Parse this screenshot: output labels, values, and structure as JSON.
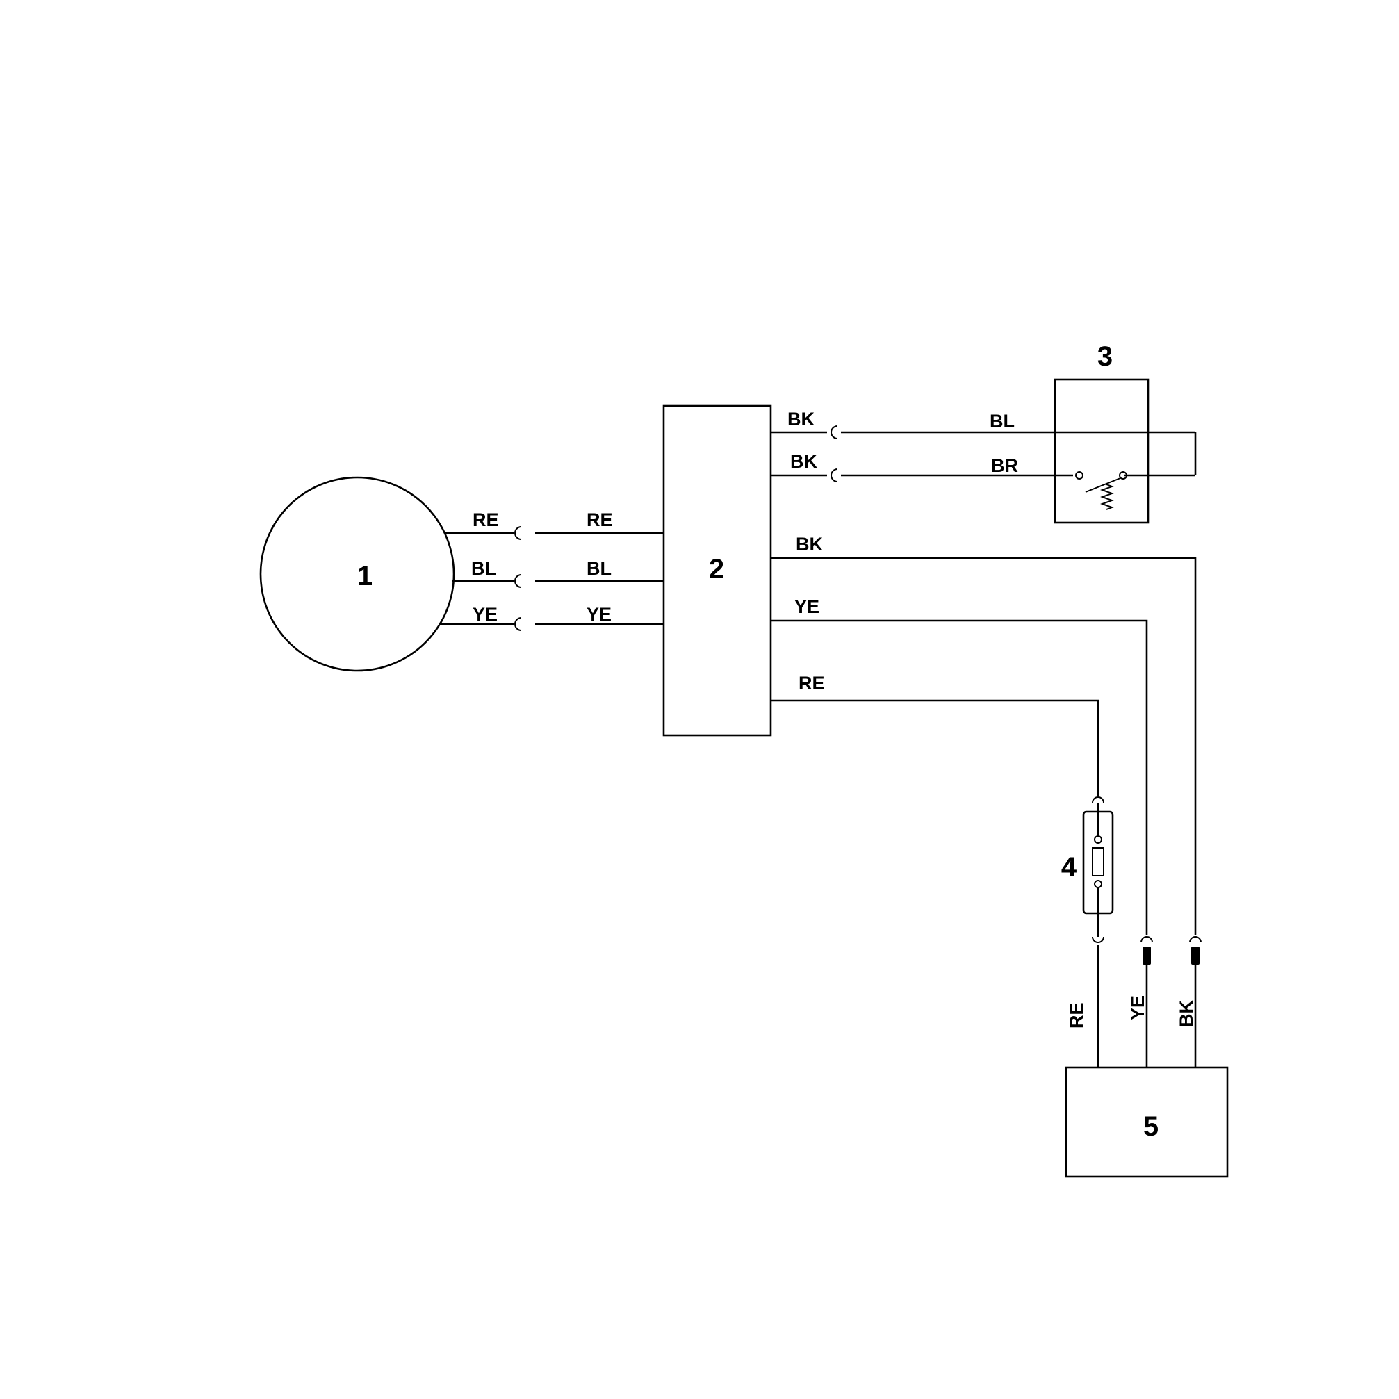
{
  "components": {
    "c1": {
      "number": "1"
    },
    "c2": {
      "number": "2"
    },
    "c3": {
      "number": "3"
    },
    "c4": {
      "number": "4"
    },
    "c5": {
      "number": "5"
    }
  },
  "wires": {
    "c1_re": "RE",
    "c1_bl": "BL",
    "c1_ye": "YE",
    "c2_in_re": "RE",
    "c2_in_bl": "BL",
    "c2_in_ye": "YE",
    "c2_out_bk1": "BK",
    "c2_out_bk2": "BK",
    "c3_bl": "BL",
    "c3_br": "BR",
    "c2_out_bk3": "BK",
    "c2_out_ye": "YE",
    "c2_out_re": "RE",
    "c5_re": "RE",
    "c5_ye": "YE",
    "c5_bk": "BK"
  },
  "colors": {
    "line": "#000000",
    "background": "#ffffff"
  }
}
